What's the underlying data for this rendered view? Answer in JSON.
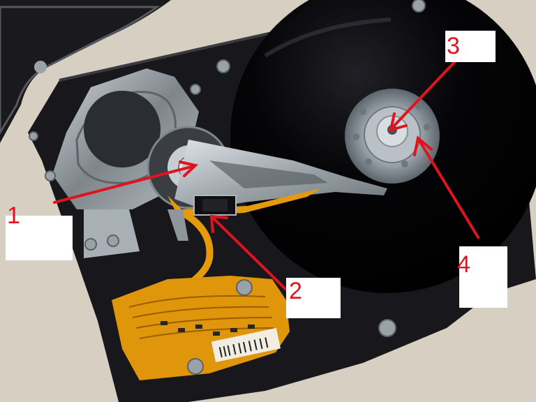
{
  "photo": {
    "subject_icon": "hard-drive-photo",
    "colors": {
      "annotation": "#e0141e",
      "table": "#d9d3c7",
      "platter": "#030305",
      "chassis": "#18181c",
      "flex_pcb": "#e0960a"
    }
  },
  "callouts": [
    {
      "id": "1",
      "label": "1"
    },
    {
      "id": "2",
      "label": "2"
    },
    {
      "id": "3",
      "label": "3"
    },
    {
      "id": "4",
      "label": "4"
    }
  ]
}
